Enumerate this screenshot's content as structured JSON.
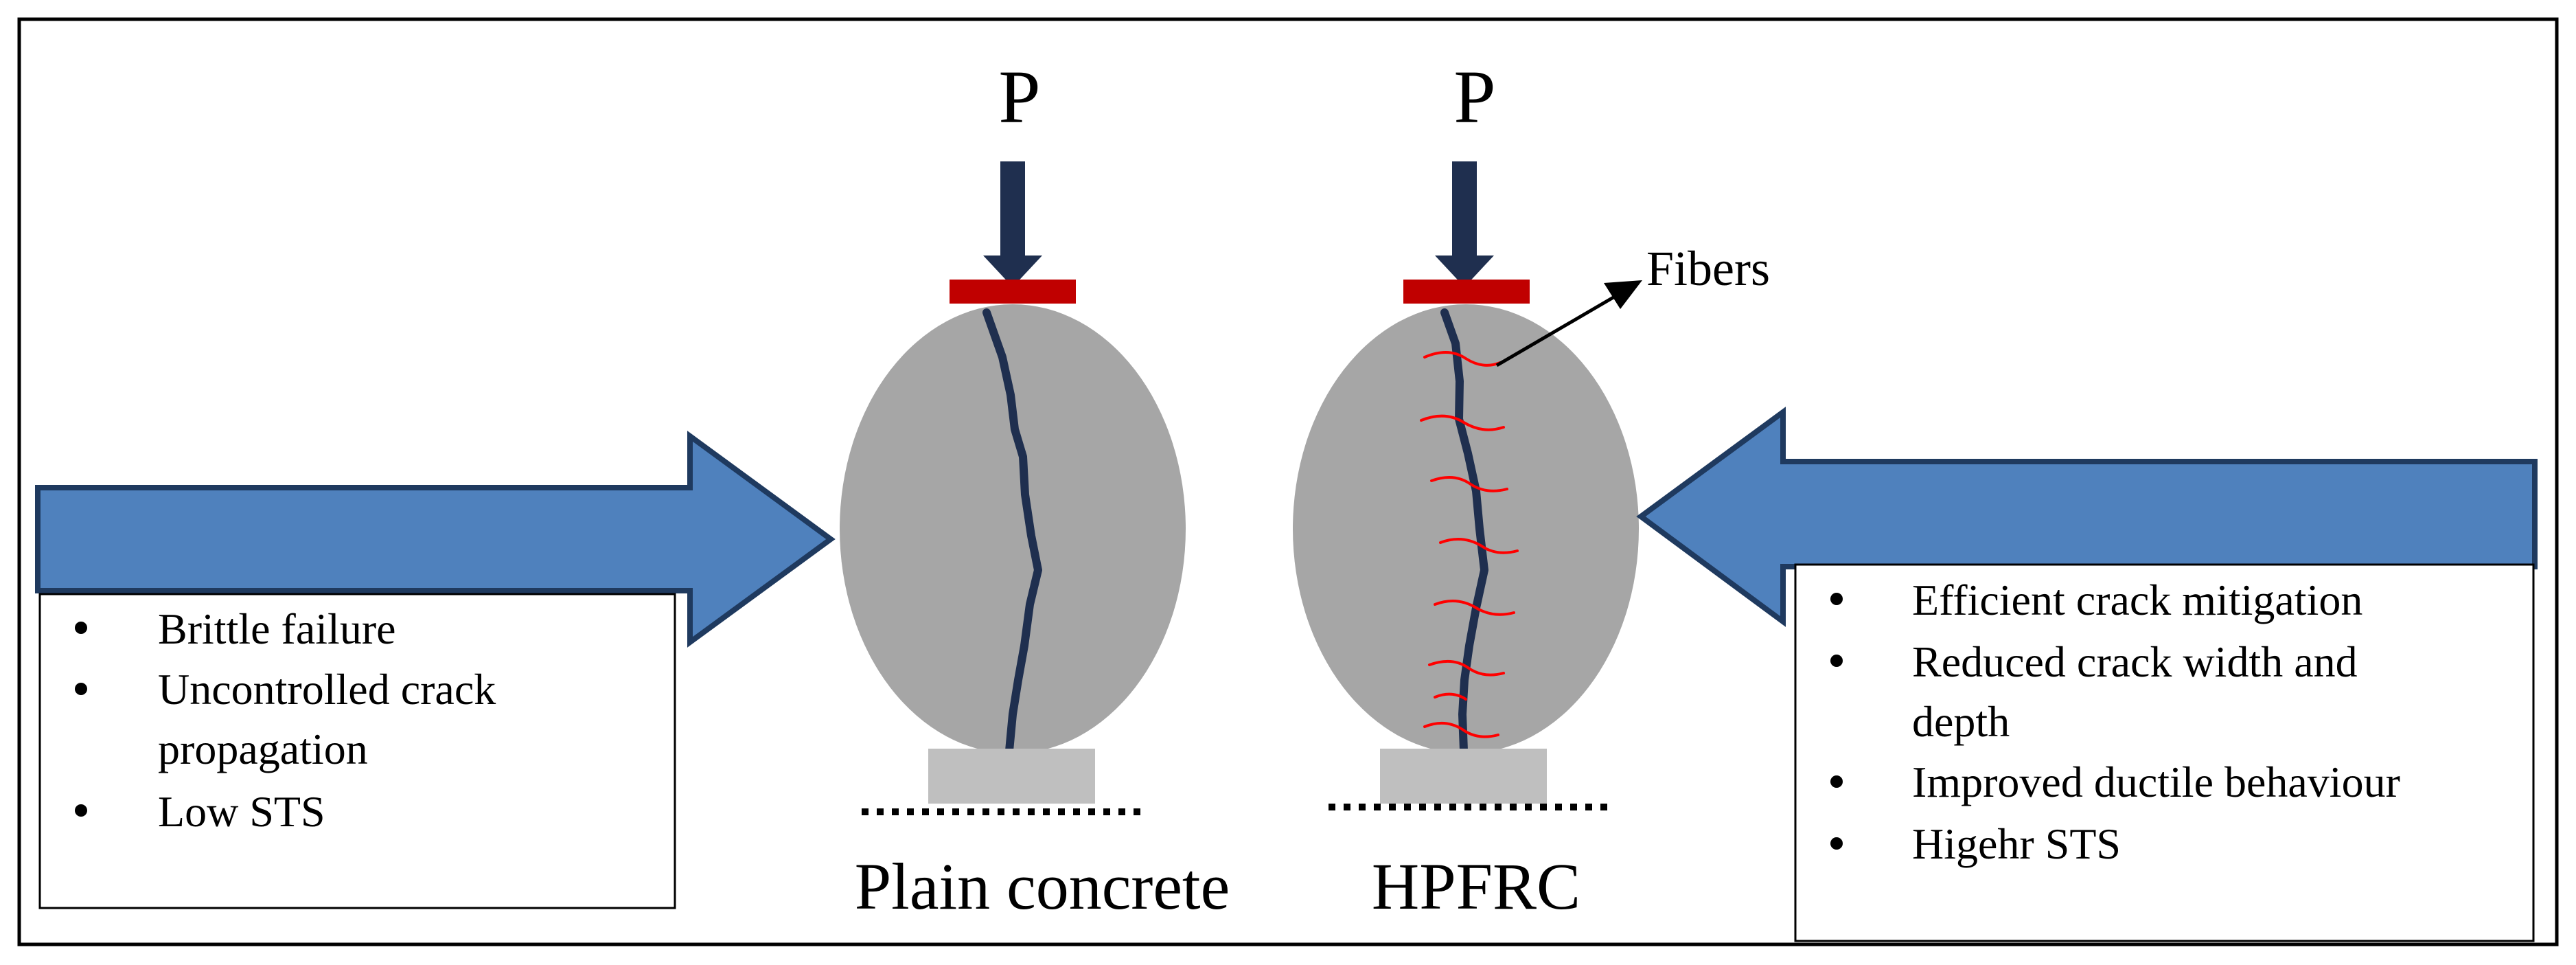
{
  "colors": {
    "frame": "#000000",
    "arrow_fill": "#4f81bd",
    "arrow_stroke": "#1f3a5f",
    "load_arrow": "#1f2f4f",
    "load_plate": "#c00000",
    "specimen": "#a6a6a6",
    "support": "#bfbfbf",
    "crack": "#1f2f4f",
    "fibers": "#ff0000"
  },
  "plain_concrete": {
    "load_label": "P",
    "specimen_label": "Plain concrete",
    "bullets": [
      "Brittle failure",
      "Uncontrolled crack",
      "propagation",
      "Low STS"
    ]
  },
  "hpfrc": {
    "load_label": "P",
    "specimen_label": "HPFRC",
    "fibers_label": "Fibers",
    "bullets": [
      "Efficient crack mitigation",
      "Reduced crack width and",
      "depth",
      "Improved ductile behaviour",
      "Higehr STS"
    ]
  }
}
